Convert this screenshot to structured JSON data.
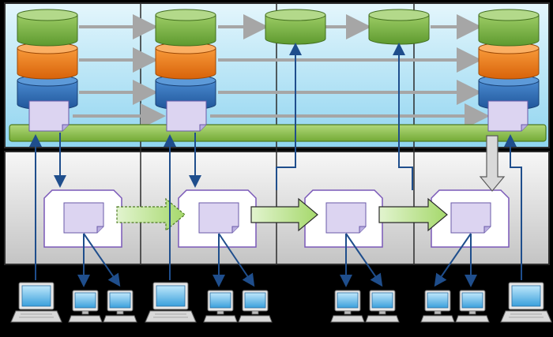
{
  "diagram": {
    "colors": {
      "background": "#000000",
      "upper_panel_top": "#d9f2fb",
      "upper_panel_bottom": "#9fdcf3",
      "lower_panel_top": "#f3f3f3",
      "lower_panel_bottom": "#c9c9c9",
      "green_layer": "#7ab648",
      "orange_layer": "#f07d1a",
      "blue_layer": "#2e6fb7",
      "bus_bar": "#8fc24f",
      "document": "#d9d2ef",
      "data_arrow": "#a6a6a6",
      "link_line": "#1f4e8c",
      "flow_arrow": "#b5e08a"
    },
    "columns": [
      {
        "id": "col-1",
        "stack": [
          "green",
          "orange",
          "blue"
        ],
        "has_document": true
      },
      {
        "id": "col-2",
        "stack": [
          "green",
          "orange",
          "blue"
        ],
        "has_document": true
      },
      {
        "id": "col-3",
        "stack": [
          "green"
        ],
        "has_document": false
      },
      {
        "id": "col-4",
        "stack": [
          "green"
        ],
        "has_document": false
      },
      {
        "id": "col-5",
        "stack": [
          "green",
          "orange",
          "blue"
        ],
        "has_document": true
      }
    ],
    "workspaces": [
      {
        "id": "workspace-1",
        "client_count": 2
      },
      {
        "id": "workspace-2",
        "client_count": 2
      },
      {
        "id": "workspace-3",
        "client_count": 2
      },
      {
        "id": "workspace-4",
        "client_count": 2
      }
    ],
    "flow_arrows": [
      {
        "from": "workspace-1",
        "to": "workspace-2",
        "style": "dashed"
      },
      {
        "from": "workspace-2",
        "to": "workspace-3",
        "style": "solid"
      },
      {
        "from": "workspace-3",
        "to": "workspace-4",
        "style": "solid"
      }
    ],
    "icons": [
      "database-cylinder-icon",
      "document-icon",
      "desktop-computer-icon",
      "laptop-computer-icon"
    ]
  }
}
